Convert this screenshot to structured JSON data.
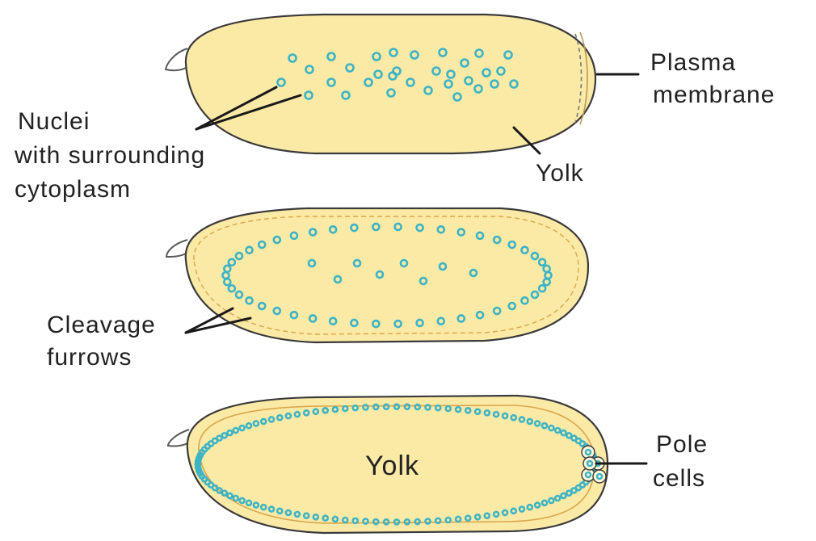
{
  "colors": {
    "yolk_fill": "#fbe9a6",
    "nucleus": "#3cb4c6",
    "outline": "#3a3a3a",
    "cortex": "#d9a64a"
  },
  "labels": {
    "plasma_membrane_line1": "Plasma",
    "plasma_membrane_line2": "membrane",
    "nuclei_line1": "Nuclei",
    "nuclei_line2": "with surrounding",
    "nuclei_line3": "cytoplasm",
    "yolk_top": "Yolk",
    "cleavage_line1": "Cleavage",
    "cleavage_line2": "furrows",
    "yolk_bottom": "Yolk",
    "pole_line1": "Pole",
    "pole_line2": "cells"
  }
}
